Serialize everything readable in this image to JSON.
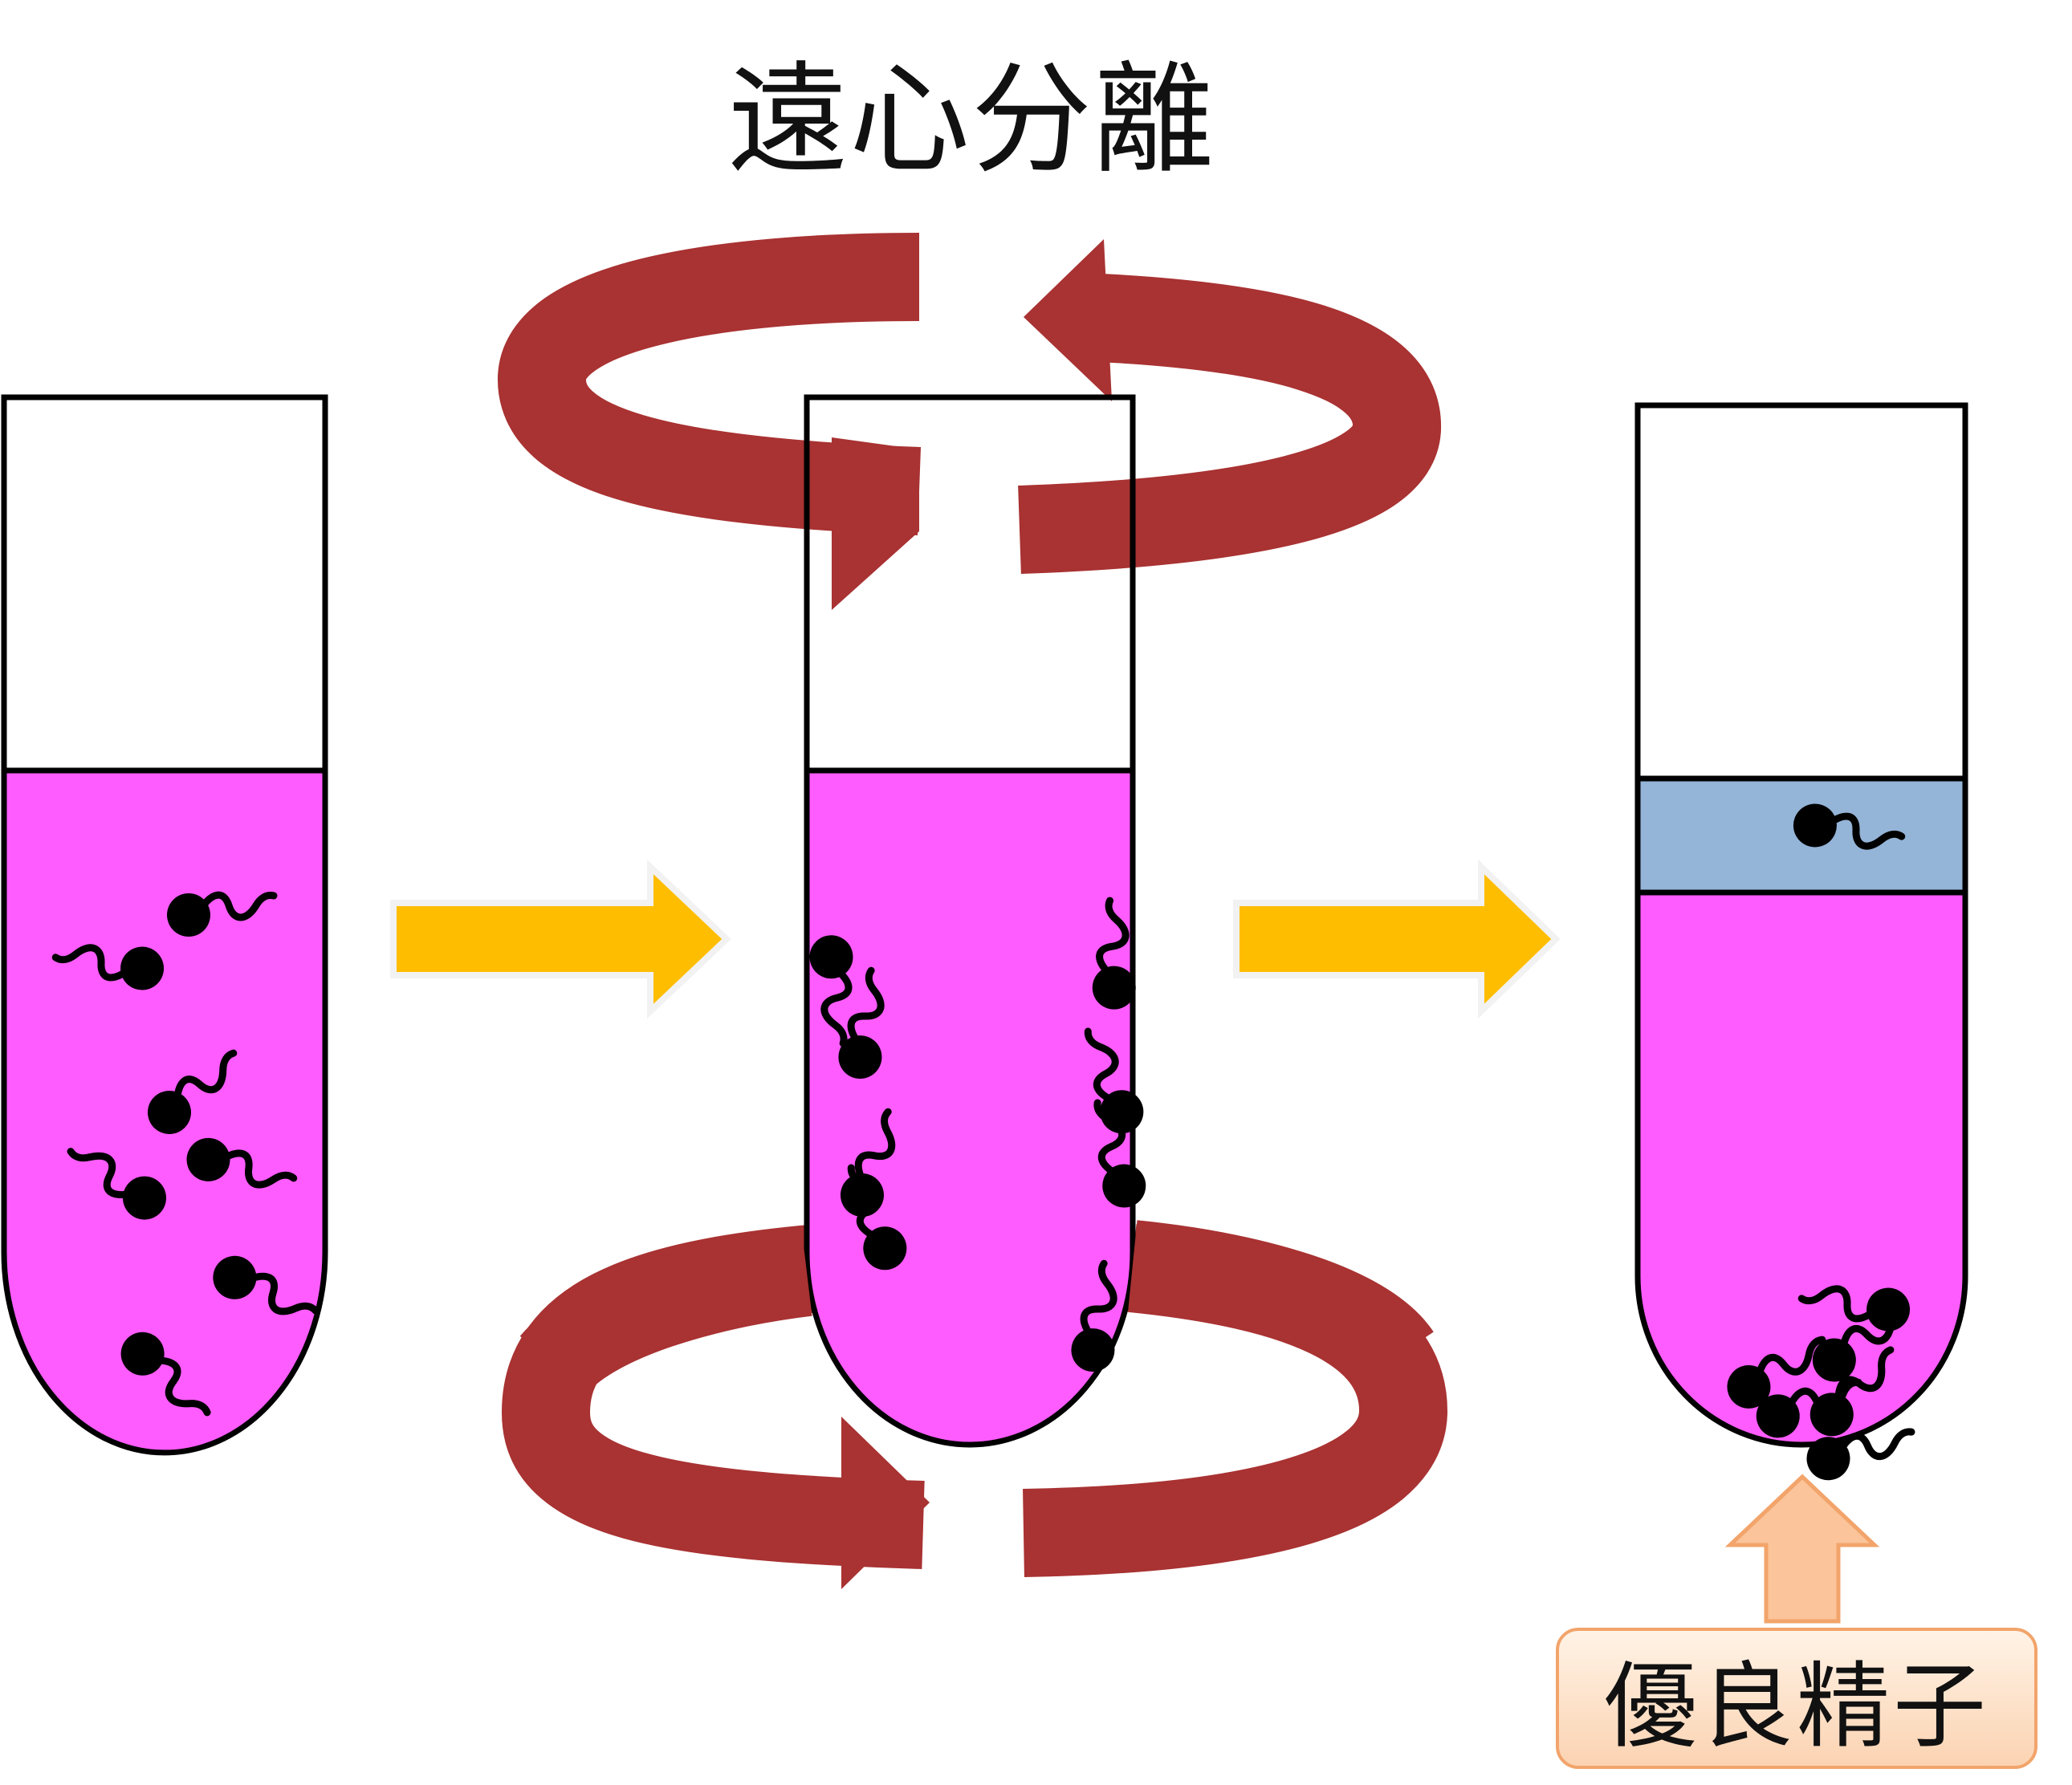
{
  "title": "遠心分離",
  "label": "優良精子",
  "colors": {
    "medium": "#ff5cff",
    "upper_layer": "#94b4d8",
    "flow_arrow": "#ffbd00",
    "rotation_arrow": "#a93232",
    "callout_arrow": "#fbc49a",
    "sperm": "#000000"
  },
  "icons": [
    "test-tube",
    "sperm-cell",
    "rotation-arrow",
    "right-arrow",
    "up-arrow"
  ]
}
